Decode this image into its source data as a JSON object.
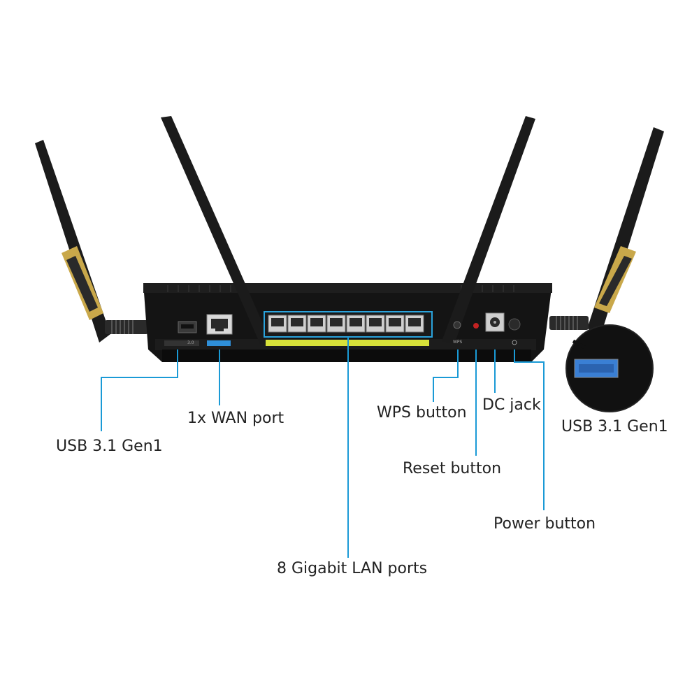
{
  "colors": {
    "callout_line": "#1a9ad6",
    "router_body": "#141414",
    "antenna": "#1b1b1b",
    "antenna_gold": "#c9a84a",
    "port_highlight": "#2aa3dc",
    "led_yellow": "#d8e23a",
    "wan_tag": "#2f8fd8"
  },
  "labels": {
    "usb_left": "USB 3.1 Gen1",
    "wan_port": "1x WAN port",
    "lan_ports": "8 Gigabit LAN ports",
    "wps_button": "WPS button",
    "dc_jack": "DC jack",
    "reset_button": "Reset button",
    "power_button": "Power button",
    "usb_right": "USB 3.1 Gen1"
  },
  "panel_marks": {
    "usb_mark": "3.0",
    "wps_mark": "WPS"
  },
  "icons": [
    "usb-port-icon",
    "ethernet-port-icon",
    "power-icon",
    "dc-jack-icon"
  ]
}
